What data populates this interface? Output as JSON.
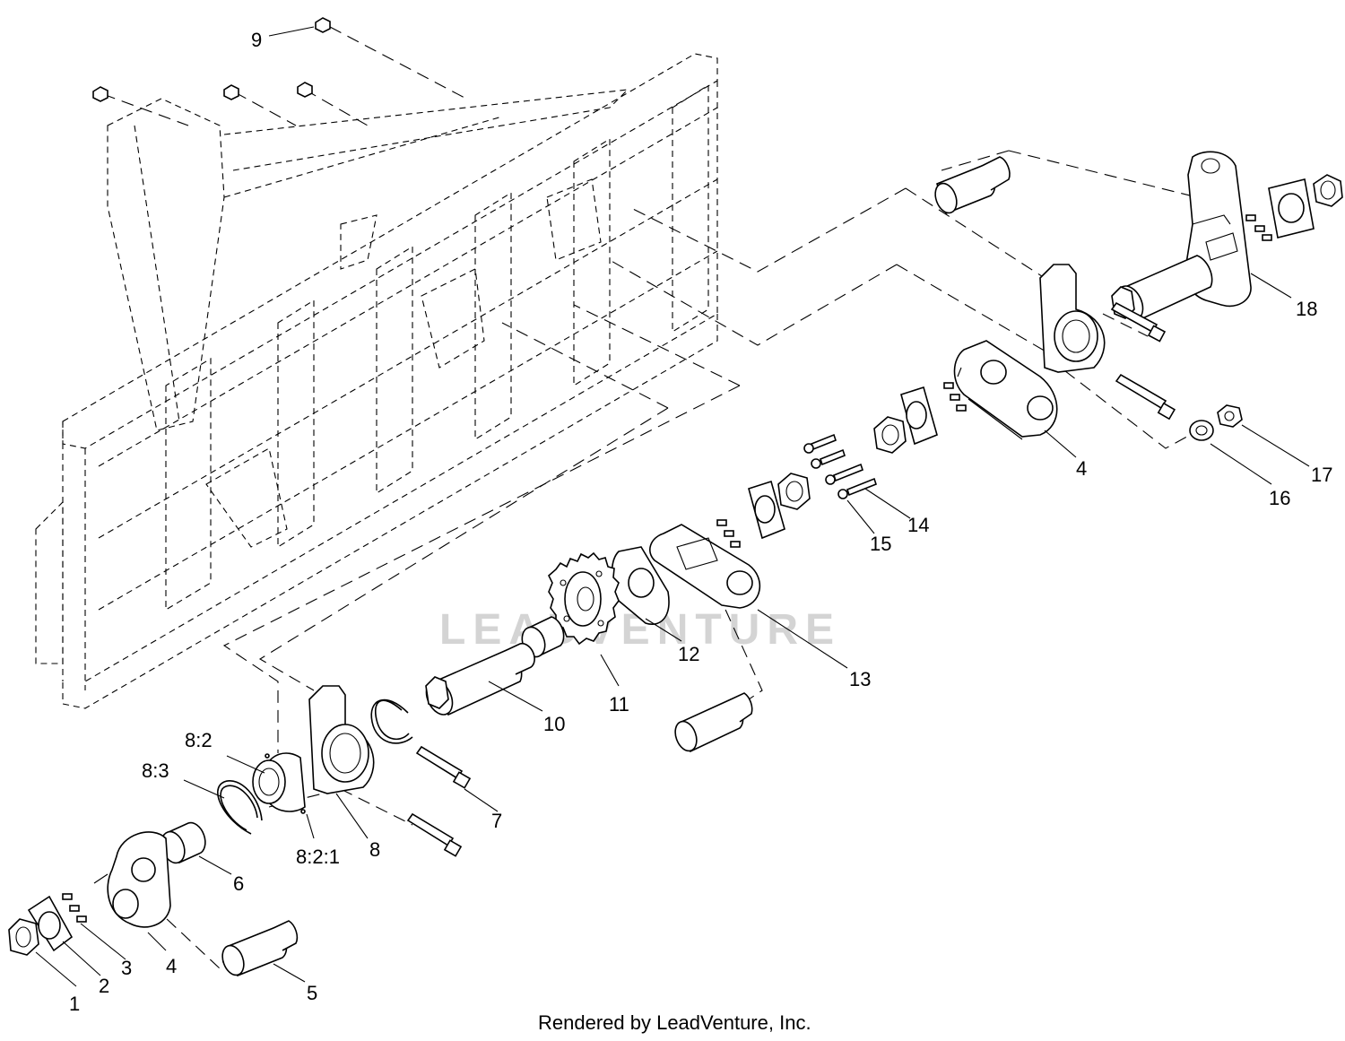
{
  "watermark": "LEADVENTURE",
  "footer": "Rendered by LeadVenture, Inc.",
  "callouts": [
    "1",
    "2",
    "3",
    "4",
    "5",
    "6",
    "7",
    "8",
    "8:2",
    "8:3",
    "8:2:1",
    "4",
    "9",
    "10",
    "11",
    "12",
    "13",
    "14",
    "15",
    "16",
    "17",
    "18"
  ],
  "colors": {
    "line": "#000000",
    "background": "#ffffff",
    "watermark": "#d4d4d4"
  }
}
